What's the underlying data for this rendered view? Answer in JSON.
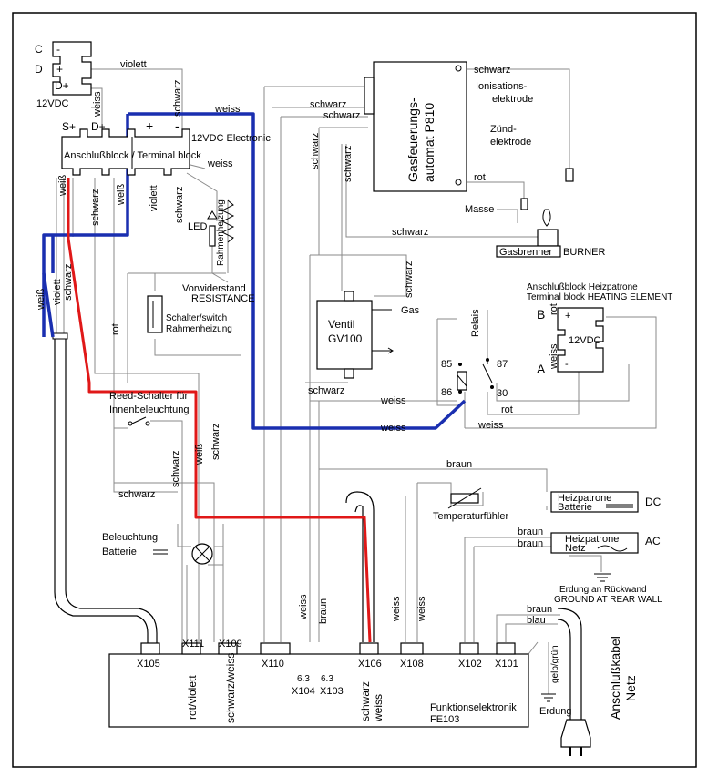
{
  "battery_left": {
    "c": "C",
    "d": "D",
    "d_plus": "D+",
    "minus": "-",
    "plus": "+",
    "voltage": "12VDC"
  },
  "terminal_block": {
    "s_plus": "S+",
    "d_plus": "D+",
    "plus": "+",
    "minus": "-",
    "name": "Anschlußblock / Terminal block",
    "note": "12VDC Electronic"
  },
  "wires": {
    "violett": "violett",
    "weiss": "weiss",
    "schwarz": "schwarz",
    "weiss_eszett": "weiß",
    "rot": "rot",
    "braun": "braun",
    "blau": "blau",
    "gelb_gruen": "gelb/grün"
  },
  "gas_automat": {
    "line1": "Gasfeuerungs-",
    "line2": "automat P810"
  },
  "ionisation": {
    "line1": "Ionisations-",
    "line2": "elektrode"
  },
  "zuend": {
    "line1": "Zünd-",
    "line2": "elektrode"
  },
  "masse": "Masse",
  "burner": {
    "de": "Gasbrenner",
    "en": "BURNER"
  },
  "led": "LED",
  "rahmenheizung": "Rahmenheizung",
  "resistance": {
    "line1": "Vorwiderstand",
    "line2": "RESISTANCE"
  },
  "switch": {
    "line1": "Schalter/switch",
    "line2": "Rahmenheizung"
  },
  "ventil": {
    "line1": "Ventil",
    "line2": "GV100",
    "gas": "Gas"
  },
  "relais": {
    "label": "Relais",
    "p85": "85",
    "p86": "86",
    "p87": "87",
    "p30": "30"
  },
  "heating_element": {
    "title_de": "Anschlußblock Heizpatrone",
    "title_en": "Terminal block HEATING ELEMENT",
    "b": "B",
    "a": "A",
    "voltage": "12VDC",
    "plus": "+",
    "minus": "-"
  },
  "reed": {
    "line1": "Reed-Schalter für",
    "line2": "Innenbeleuchtung"
  },
  "beleuchtung": {
    "line1": "Beleuchtung",
    "line2": "Batterie"
  },
  "temp": "Temperaturfühler",
  "heizpatrone_batterie": {
    "line1": "Heizpatrone",
    "line2": "Batterie",
    "dc": "DC"
  },
  "heizpatrone_netz": {
    "line1": "Heizpatrone",
    "line2": "Netz",
    "ac": "AC"
  },
  "ground": {
    "line1": "Erdung an Rückwand",
    "line2": "GROUND AT  REAR WALL"
  },
  "erdung": "Erdung",
  "netzkabel": {
    "line1": "Anschlußkabel",
    "line2": "Netz"
  },
  "fuse": "6.3",
  "connectors": {
    "x105": "X105",
    "x111": "X111",
    "x109": "X109",
    "x110": "X110",
    "x104": "X104",
    "x103": "X103",
    "x106": "X106",
    "x108": "X108",
    "x102": "X102",
    "x101": "X101"
  },
  "fe": {
    "rot_violett": "rot/violett",
    "schwarz_weiss": "schwarz/weiss",
    "x106_a": "schwarz",
    "x106_b": "weiss",
    "name1": "Funktionselektronik",
    "name2": "FE103"
  }
}
